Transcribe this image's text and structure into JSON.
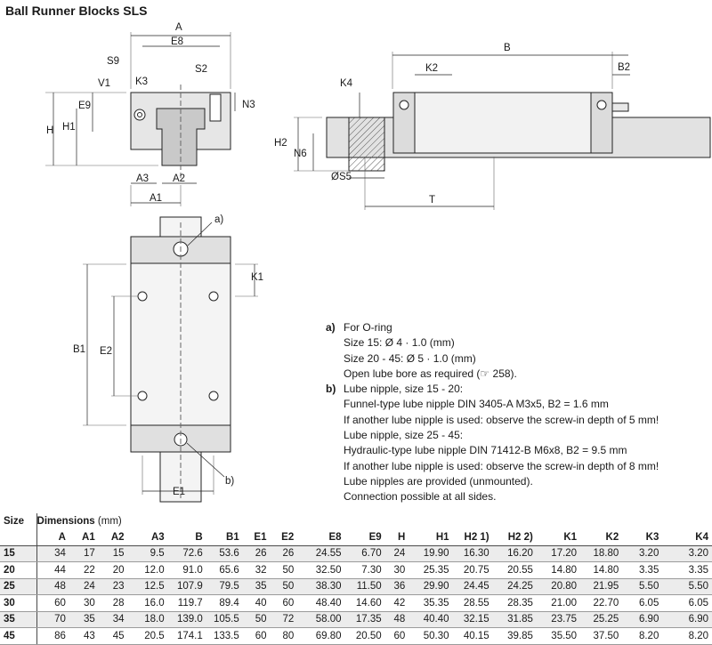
{
  "title": "Ball Runner Blocks SLS",
  "labels": {
    "A": "A",
    "E8": "E8",
    "S9": "S9",
    "S2": "S2",
    "V1": "V1",
    "K3": "K3",
    "N3": "N3",
    "E9": "E9",
    "H": "H",
    "H1": "H1",
    "A3": "A3",
    "A2": "A2",
    "A1": "A1",
    "B": "B",
    "K2": "K2",
    "B2": "B2",
    "K4": "K4",
    "H2": "H2",
    "N6": "N6",
    "S5": "ØS5",
    "T": "T",
    "a": "a)",
    "b": "b)",
    "K1": "K1",
    "B1": "B1",
    "E2": "E2",
    "E1": "E1"
  },
  "notes": [
    {
      "tag": "a)",
      "text": "For O-ring"
    },
    {
      "tag": "",
      "text": "Size 15: Ø 4 · 1.0 (mm)"
    },
    {
      "tag": "",
      "text": "Size 20 - 45: Ø 5 · 1.0 (mm)"
    },
    {
      "tag": "",
      "text": "Open lube bore as required (☞ 258)."
    },
    {
      "tag": "b)",
      "text": "Lube nipple, size 15 - 20:"
    },
    {
      "tag": "",
      "text": "Funnel-type lube nipple DIN 3405-A M3x5, B2 = 1.6 mm"
    },
    {
      "tag": "",
      "text": "If another lube nipple is used: observe the screw-in depth of 5 mm!"
    },
    {
      "tag": "",
      "text": "Lube nipple, size 25 - 45:"
    },
    {
      "tag": "",
      "text": "Hydraulic-type lube nipple DIN 71412-B M6x8, B2 = 9.5 mm"
    },
    {
      "tag": "",
      "text": "If another lube nipple is used: observe the screw-in depth of 8 mm!"
    },
    {
      "tag": "",
      "text": "Lube nipples are provided (unmounted)."
    },
    {
      "tag": "",
      "text": "Connection possible at all sides."
    }
  ],
  "table": {
    "size_label": "Size",
    "dimensions_label": "Dimensions",
    "unit": "(mm)",
    "columns": [
      "A",
      "A1",
      "A2",
      "A3",
      "B",
      "B1",
      "E1",
      "E2",
      "E8",
      "E9",
      "H",
      "H1",
      "H2 1)",
      "H2 2)",
      "K1",
      "K2",
      "K3",
      "K4"
    ],
    "rows": [
      {
        "size": "15",
        "values": [
          "34",
          "17",
          "15",
          "9.5",
          "72.6",
          "53.6",
          "26",
          "26",
          "24.55",
          "6.70",
          "24",
          "19.90",
          "16.30",
          "16.20",
          "17.20",
          "18.80",
          "3.20",
          "3.20"
        ]
      },
      {
        "size": "20",
        "values": [
          "44",
          "22",
          "20",
          "12.0",
          "91.0",
          "65.6",
          "32",
          "50",
          "32.50",
          "7.30",
          "30",
          "25.35",
          "20.75",
          "20.55",
          "14.80",
          "14.80",
          "3.35",
          "3.35"
        ]
      },
      {
        "size": "25",
        "values": [
          "48",
          "24",
          "23",
          "12.5",
          "107.9",
          "79.5",
          "35",
          "50",
          "38.30",
          "11.50",
          "36",
          "29.90",
          "24.45",
          "24.25",
          "20.80",
          "21.95",
          "5.50",
          "5.50"
        ]
      },
      {
        "size": "30",
        "values": [
          "60",
          "30",
          "28",
          "16.0",
          "119.7",
          "89.4",
          "40",
          "60",
          "48.40",
          "14.60",
          "42",
          "35.35",
          "28.55",
          "28.35",
          "21.00",
          "22.70",
          "6.05",
          "6.05"
        ]
      },
      {
        "size": "35",
        "values": [
          "70",
          "35",
          "34",
          "18.0",
          "139.0",
          "105.5",
          "50",
          "72",
          "58.00",
          "17.35",
          "48",
          "40.40",
          "32.15",
          "31.85",
          "23.75",
          "25.25",
          "6.90",
          "6.90"
        ]
      },
      {
        "size": "45",
        "values": [
          "86",
          "43",
          "45",
          "20.5",
          "174.1",
          "133.5",
          "60",
          "80",
          "69.80",
          "20.50",
          "60",
          "50.30",
          "40.15",
          "39.85",
          "35.50",
          "37.50",
          "8.20",
          "8.20"
        ]
      }
    ]
  }
}
